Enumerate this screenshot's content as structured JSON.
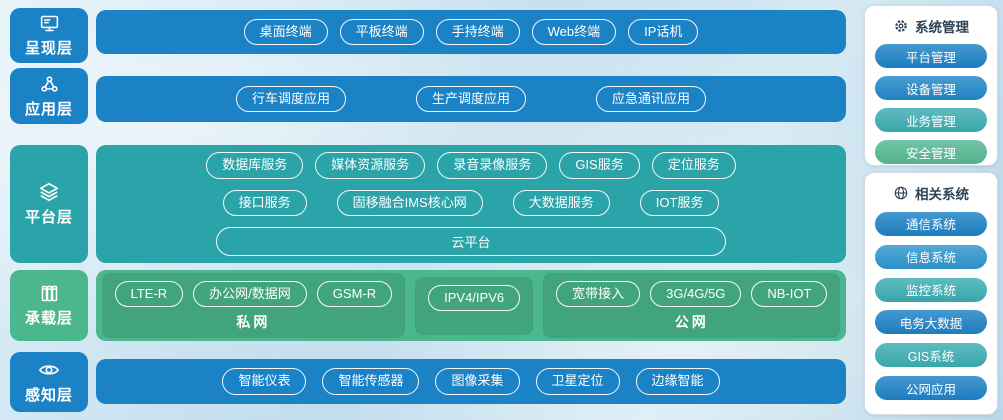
{
  "layers": [
    {
      "name": "呈现层",
      "icon": "monitor-icon"
    },
    {
      "name": "应用层",
      "icon": "apps-icon"
    },
    {
      "name": "平台层",
      "icon": "layers-icon"
    },
    {
      "name": "承载层",
      "icon": "rack-icon"
    },
    {
      "name": "感知层",
      "icon": "eye-icon"
    }
  ],
  "presentation": {
    "items": [
      "桌面终端",
      "平板终端",
      "手持终端",
      "Web终端",
      "IP话机"
    ]
  },
  "application": {
    "items": [
      "行车调度应用",
      "生产调度应用",
      "应急通讯应用"
    ]
  },
  "platform": {
    "row1": [
      "数据库服务",
      "媒体资源服务",
      "录音录像服务",
      "GIS服务",
      "定位服务"
    ],
    "row2": [
      "接口服务",
      "固移融合IMS核心网",
      "大数据服务",
      "IOT服务"
    ],
    "cloud": "云平台"
  },
  "bearer": {
    "private_items": [
      "LTE-R",
      "办公网/数据网",
      "GSM-R"
    ],
    "private_label": "私网",
    "middle_items": [
      "IPV4/IPV6"
    ],
    "public_items": [
      "宽带接入",
      "3G/4G/5G",
      "NB-IOT"
    ],
    "public_label": "公网"
  },
  "perception": {
    "items": [
      "智能仪表",
      "智能传感器",
      "图像采集",
      "卫星定位",
      "边缘智能"
    ]
  },
  "sidebar": {
    "system_management": {
      "title": "系统管理",
      "icon": "gear-icon",
      "items": [
        {
          "label": "平台管理",
          "color": "#1e82c6"
        },
        {
          "label": "设备管理",
          "color": "#2187c9"
        },
        {
          "label": "业务管理",
          "color": "#3badb2"
        },
        {
          "label": "安全管理",
          "color": "#55b893"
        }
      ]
    },
    "related_systems": {
      "title": "相关系统",
      "icon": "globe-icon",
      "items": [
        {
          "label": "通信系统",
          "color": "#1e82c6"
        },
        {
          "label": "信息系统",
          "color": "#2e95cf"
        },
        {
          "label": "监控系统",
          "color": "#3badb2"
        },
        {
          "label": "电务大数据",
          "color": "#1e82c6"
        },
        {
          "label": "GIS系统",
          "color": "#3badb2"
        },
        {
          "label": "公网应用",
          "color": "#1e82c6"
        }
      ]
    }
  },
  "colors": {
    "band_blue": "#1b82c5",
    "band_teal": "#2ba4a9",
    "band_green": "#4cb68e"
  }
}
